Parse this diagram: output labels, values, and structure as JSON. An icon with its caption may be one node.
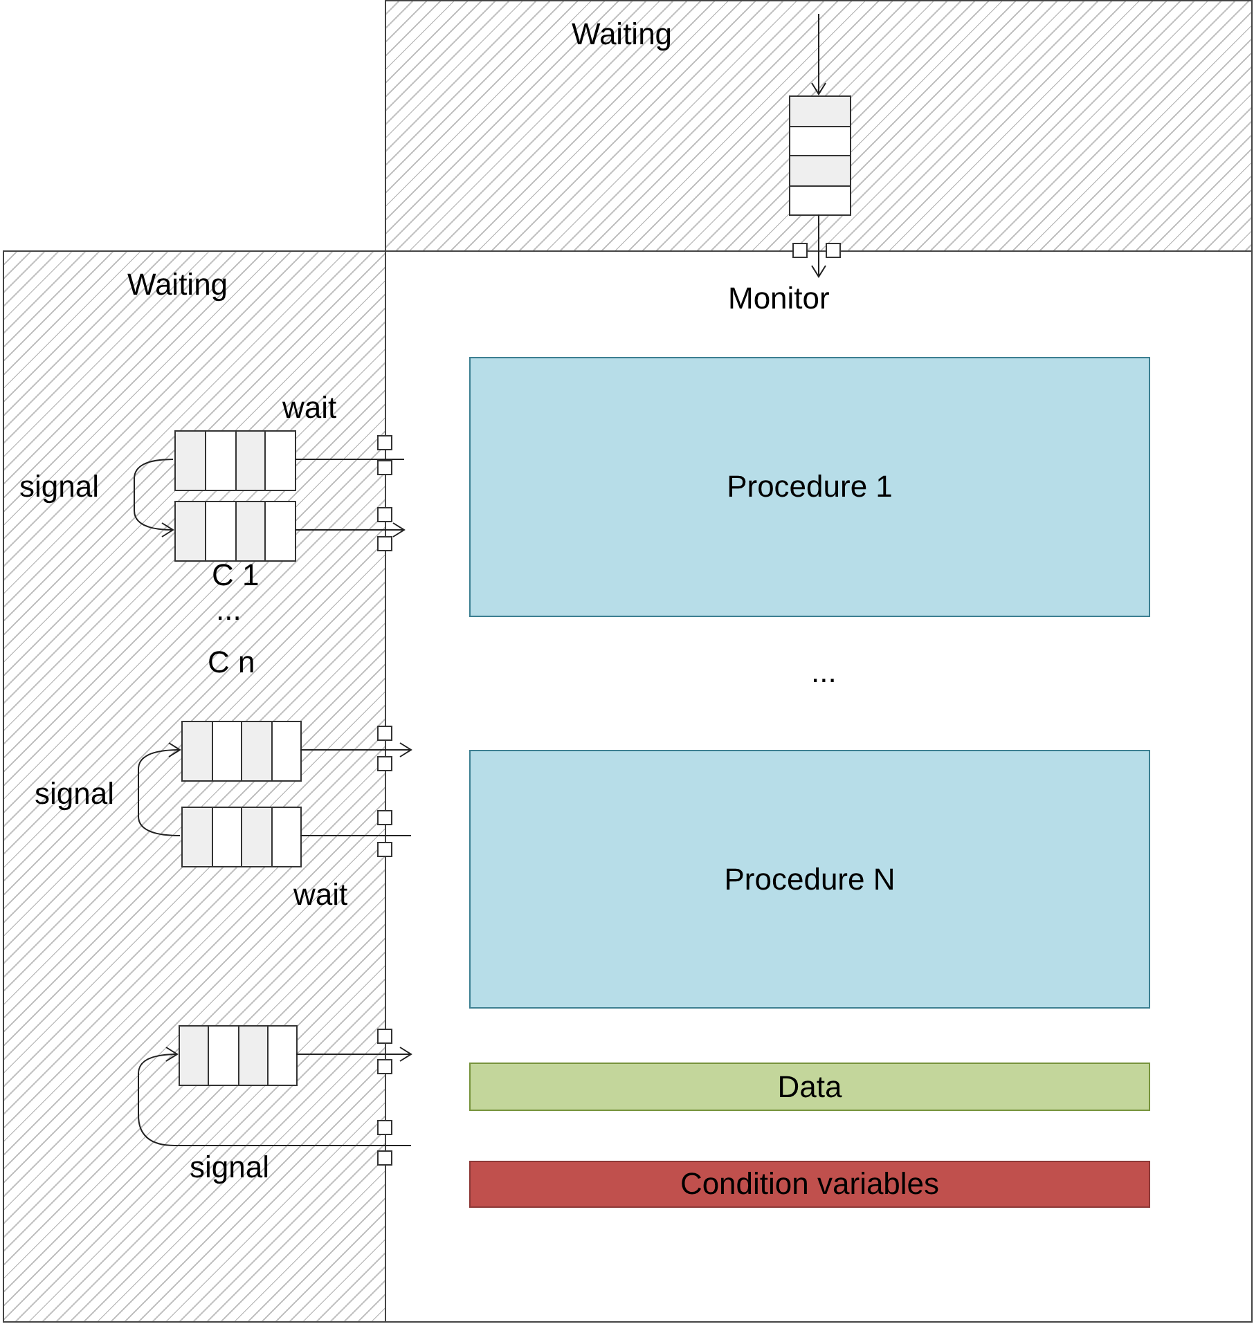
{
  "diagram": {
    "nodes": [
      {
        "text": [
          "Waiting"
        ]
      },
      {
        "text": [],
        "shape": "box",
        "in": 0
      },
      {
        "text": [
          "Monitor"
        ]
      },
      {
        "text": [
          "Waiting"
        ]
      },
      {
        "text": [
          "Procedure 1"
        ],
        "in": 2
      },
      {
        "text": [
          "Procedure N"
        ],
        "in": 2
      },
      {
        "text": [
          "Data"
        ],
        "in": 2
      },
      {
        "text": [
          "Condition variables"
        ],
        "in": 2
      },
      {
        "text": [],
        "shape": "box",
        "in": 3
      },
      {
        "text": [],
        "shape": "box",
        "in": 3
      },
      {
        "text": [],
        "shape": "box",
        "in": 3
      },
      {
        "text": [],
        "shape": "box",
        "in": 3
      },
      {
        "text": [],
        "shape": "box",
        "in": 3
      }
    ],
    "edges": [
      {
        "from": null,
        "to": 1,
        "arrow": "to"
      },
      {
        "from": 1,
        "to": 2,
        "arrow": "to"
      },
      {
        "from": 2,
        "to": 8,
        "arrow": "none",
        "label": "wait"
      },
      {
        "from": 8,
        "to": 9,
        "arrow": "to",
        "label": "signal"
      },
      {
        "from": 9,
        "to": 2,
        "arrow": "to"
      },
      {
        "from": 11,
        "to": 10,
        "arrow": "to",
        "label": "signal"
      },
      {
        "from": 10,
        "to": 2,
        "arrow": "to"
      },
      {
        "from": 2,
        "to": 11,
        "arrow": "none",
        "label": "wait"
      },
      {
        "from": 2,
        "to": 12,
        "arrow": "to",
        "label": "signal"
      },
      {
        "from": 12,
        "to": 2,
        "arrow": "to"
      }
    ],
    "labels": [
      "C 1",
      "...",
      "C n",
      "..."
    ]
  }
}
